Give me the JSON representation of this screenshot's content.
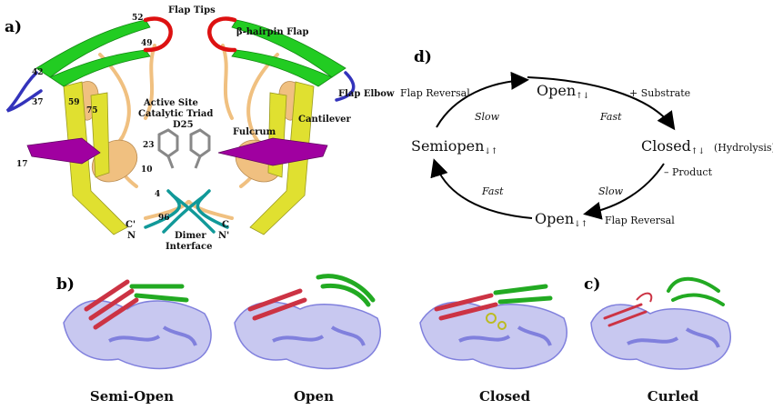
{
  "panels": {
    "a": "a)",
    "b": "b)",
    "c": "c)",
    "d": "d)"
  },
  "structure_labels": {
    "flap_tips": "Flap Tips",
    "beta_hairpin_flap": "β-hairpin Flap",
    "flap_elbow": "Flap Elbow",
    "active_site": "Active Site",
    "catalytic_triad": "Catalytic Triad",
    "d25": "D25",
    "fulcrum": "Fulcrum",
    "cantilever": "Cantilever",
    "dimer": "Dimer",
    "interface": "Interface"
  },
  "residue_numbers": {
    "r52": "52",
    "r49": "49",
    "r42": "42",
    "r37": "37",
    "r59": "59",
    "r75": "75",
    "r23": "23",
    "r17": "17",
    "r10": "10",
    "r4": "4",
    "r96": "96",
    "c_prime": "C'",
    "n": "N",
    "c": "C",
    "n_prime": "N'"
  },
  "cycle": {
    "open_top": "Open",
    "open_top_sub": "↑↓",
    "closed": "Closed",
    "closed_sub": "↑↓",
    "hydrolysis": "(Hydrolysis)",
    "open_bottom": "Open",
    "open_bottom_sub": "↓↑",
    "semiopen": "Semiopen",
    "semiopen_sub": "↓↑",
    "plus_substrate": "+ Substrate",
    "fast_right": "Fast",
    "minus_product": "– Product",
    "slow_right": "Slow",
    "flap_reversal_bottom": "Flap Reversal",
    "fast_left": "Fast",
    "slow_left": "Slow",
    "flap_reversal_top": "Flap Reversal"
  },
  "conformations": [
    "Semi-Open",
    "Open",
    "Closed",
    "Curled"
  ],
  "colors": {
    "flap_green": "#22cc22",
    "flap_red": "#dd1111",
    "elbow_blue": "#3333bb",
    "cantilever_purple": "#a000a0",
    "fulcrum_yellow": "#e0e030",
    "body_tan": "#f0c080",
    "dimer_teal": "#119999",
    "triad_grey": "#888888",
    "small_body": "#8080dd",
    "small_red": "#cc3344",
    "small_green": "#22aa22"
  }
}
